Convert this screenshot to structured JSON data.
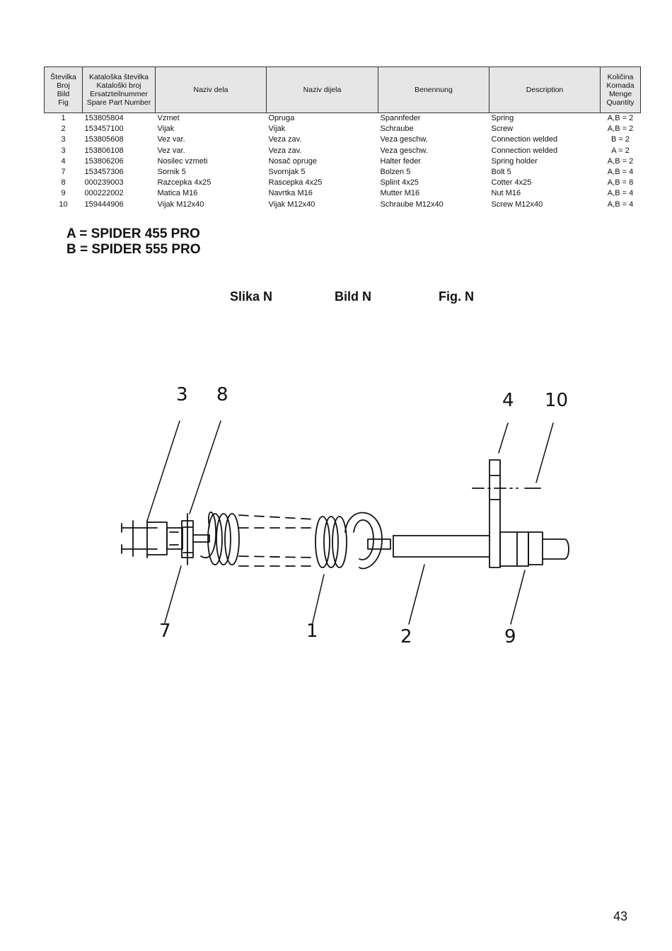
{
  "table": {
    "headers": [
      [
        "Številka",
        "Broj",
        "Bild",
        "Fig"
      ],
      [
        "Kataloška številka",
        "Kataloški broj",
        "Ersatzteilnummer",
        "Spare Part Number"
      ],
      [
        "Naziv dela"
      ],
      [
        "Naziv dijela"
      ],
      [
        "Benennung"
      ],
      [
        "Description"
      ],
      [
        "Količina",
        "Komada",
        "Menge",
        "Quantity"
      ]
    ],
    "rows": [
      [
        "1",
        "153805804",
        "Vzmet",
        "Opruga",
        "Spannfeder",
        "Spring",
        "A,B = 2"
      ],
      [
        "2",
        "153457100",
        "Vijak",
        "Vijak",
        "Schraube",
        "Screw",
        "A,B = 2"
      ],
      [
        "3",
        "153805608",
        "Vez var.",
        "Veza zav.",
        "Veza geschw.",
        "Connection welded",
        "B = 2"
      ],
      [
        "3",
        "153806108",
        "Vez var.",
        "Veza zav.",
        "Veza geschw.",
        "Connection welded",
        "A = 2"
      ],
      [
        "4",
        "153806206",
        "Nosilec vzmeti",
        "Nosač opruge",
        "Halter feder",
        "Spring holder",
        "A,B = 2"
      ],
      [
        "7",
        "153457306",
        "Sornik 5",
        "Svornjak 5",
        "Bolzen 5",
        "Bolt 5",
        "A,B = 4"
      ],
      [
        "8",
        "000239003",
        "Razcepka 4x25",
        "Rascepka 4x25",
        "Splint 4x25",
        "Cotter 4x25",
        "A,B = 8"
      ],
      [
        "9",
        "000222002",
        "Matica M16",
        "Navrtka M16",
        "Mutter M16",
        "Nut M16",
        "A,B = 4"
      ],
      [
        "10",
        "159444906",
        "Vijak M12x40",
        "Vijak M12x40",
        "Schraube M12x40",
        "Screw M12x40",
        "A,B = 4"
      ]
    ]
  },
  "legend": {
    "line_a": "A = SPIDER 455 PRO",
    "line_b": "B = SPIDER 555 PRO"
  },
  "figure_captions": {
    "slika": "Slika N",
    "bild": "Bild N",
    "fig": "Fig. N"
  },
  "drawing": {
    "callouts": [
      "3",
      "8",
      "4",
      "10",
      "7",
      "1",
      "2",
      "9"
    ]
  },
  "page_number": "43"
}
